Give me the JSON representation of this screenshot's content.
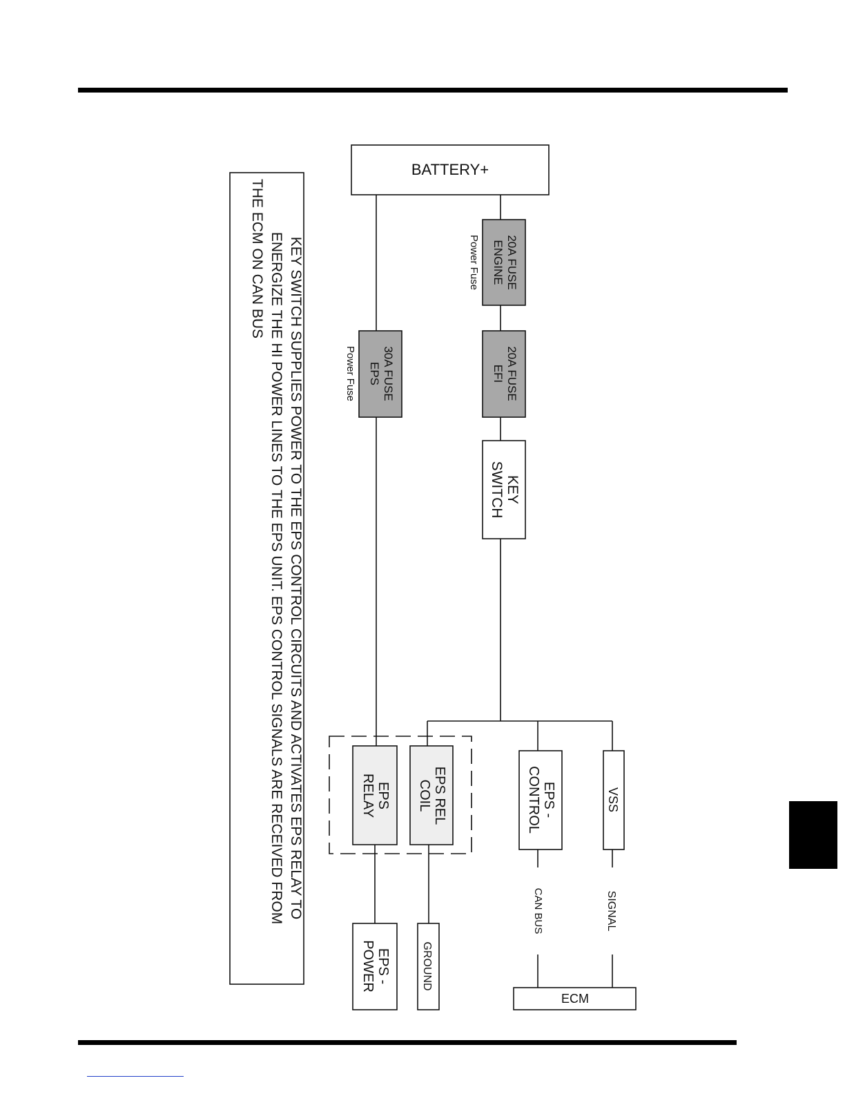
{
  "diagram": {
    "battery": "BATTERY+",
    "fuse_engine": {
      "line1": "20A FUSE",
      "line2": "ENGINE",
      "caption": "Power Fuse"
    },
    "fuse_efi": {
      "line1": "20A FUSE",
      "line2": "EFI"
    },
    "fuse_eps": {
      "line1": "30A FUSE",
      "line2": "EPS",
      "caption": "Power Fuse"
    },
    "key_switch": {
      "line1": "KEY",
      "line2": "SWITCH"
    },
    "vss": "VSS",
    "eps_control": {
      "line1": "EPS -",
      "line2": "CONTROL"
    },
    "eps_rel_coil": {
      "line1": "EPS REL",
      "line2": "COIL"
    },
    "eps_relay": {
      "line1": "EPS",
      "line2": "RELAY"
    },
    "signal_label": "SIGNAL",
    "can_bus_label": "CAN BUS",
    "ground": "GROUND",
    "eps_power": {
      "line1": "EPS -",
      "line2": "POWER"
    },
    "ecm": "ECM",
    "note": {
      "line1": "KEY SWITCH SUPPLIES POWER TO THE EPS CONTROL CIRCUITS AND ACTIVATES EPS RELAY TO",
      "line2": "ENERGIZE THE HI POWER LINES TO THE EPS UNIT. EPS CONTROL SIGNALS ARE RECEIVED FROM",
      "line3": "THE ECM ON CAN BUS"
    }
  },
  "colors": {
    "fuse_fill": "#a8a8a8",
    "relay_fill": "#eeeeee",
    "ink": "#111111"
  }
}
